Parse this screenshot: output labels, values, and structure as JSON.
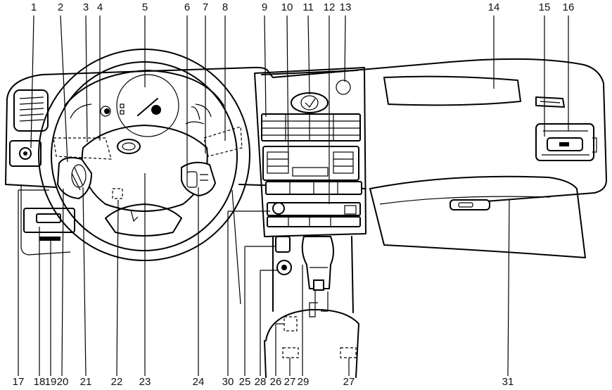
{
  "callouts_top": [
    "1",
    "2",
    "3",
    "4",
    "5",
    "6",
    "7",
    "8",
    "9",
    "10",
    "11",
    "12",
    "13",
    "14",
    "15",
    "16"
  ],
  "callouts_bottom": [
    "17",
    "18",
    "19",
    "20",
    "21",
    "22",
    "23",
    "24",
    "30",
    "25",
    "28",
    "26",
    "27",
    "29",
    "27",
    "31"
  ]
}
